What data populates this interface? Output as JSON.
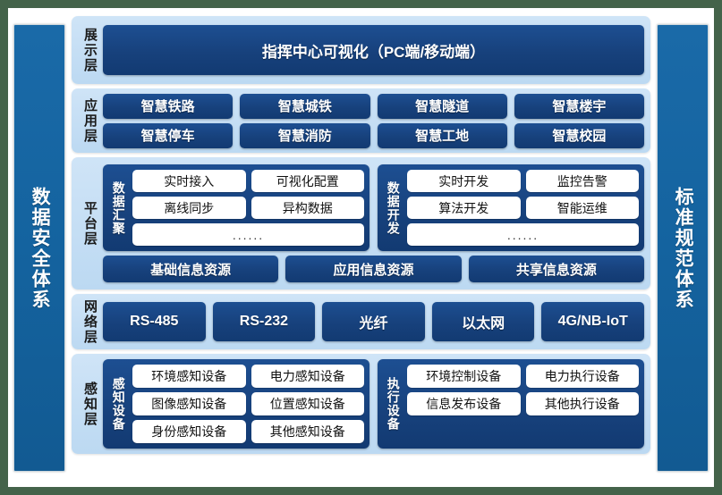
{
  "colors": {
    "frame": "#44634a",
    "pillar": "#14639f",
    "layer_panel": "#c5dff5",
    "dark_box": "#17417c",
    "white_box": "#ffffff"
  },
  "left_pillar": {
    "label": "数据安全体系"
  },
  "right_pillar": {
    "label": "标准规范体系"
  },
  "layers": {
    "display": {
      "label": "展示层",
      "items": [
        "指挥中心可视化（PC端/移动端）"
      ]
    },
    "application": {
      "label": "应用层",
      "row1": [
        "智慧铁路",
        "智慧城铁",
        "智慧隧道",
        "智慧楼宇"
      ],
      "row2": [
        "智慧停车",
        "智慧消防",
        "智慧工地",
        "智慧校园"
      ]
    },
    "platform": {
      "label": "平台层",
      "groups": [
        {
          "title": "数据汇聚",
          "row1": [
            "实时接入",
            "可视化配置"
          ],
          "row2": [
            "离线同步",
            "异构数据"
          ],
          "row3": [
            "......"
          ]
        },
        {
          "title": "数据开发",
          "row1": [
            "实时开发",
            "监控告警"
          ],
          "row2": [
            "算法开发",
            "智能运维"
          ],
          "row3": [
            "......"
          ]
        }
      ],
      "resources": [
        "基础信息资源",
        "应用信息资源",
        "共享信息资源"
      ]
    },
    "network": {
      "label": "网络层",
      "items": [
        "RS-485",
        "RS-232",
        "光纤",
        "以太网",
        "4G/NB-IoT"
      ]
    },
    "perception": {
      "label": "感知层",
      "groups": [
        {
          "title": "感知设备",
          "row1": [
            "环境感知设备",
            "电力感知设备"
          ],
          "row2": [
            "图像感知设备",
            "位置感知设备"
          ],
          "row3": [
            "身份感知设备",
            "其他感知设备"
          ]
        },
        {
          "title": "执行设备",
          "row1": [
            "环境控制设备",
            "电力执行设备"
          ],
          "row2": [
            "信息发布设备",
            "其他执行设备"
          ]
        }
      ]
    }
  }
}
